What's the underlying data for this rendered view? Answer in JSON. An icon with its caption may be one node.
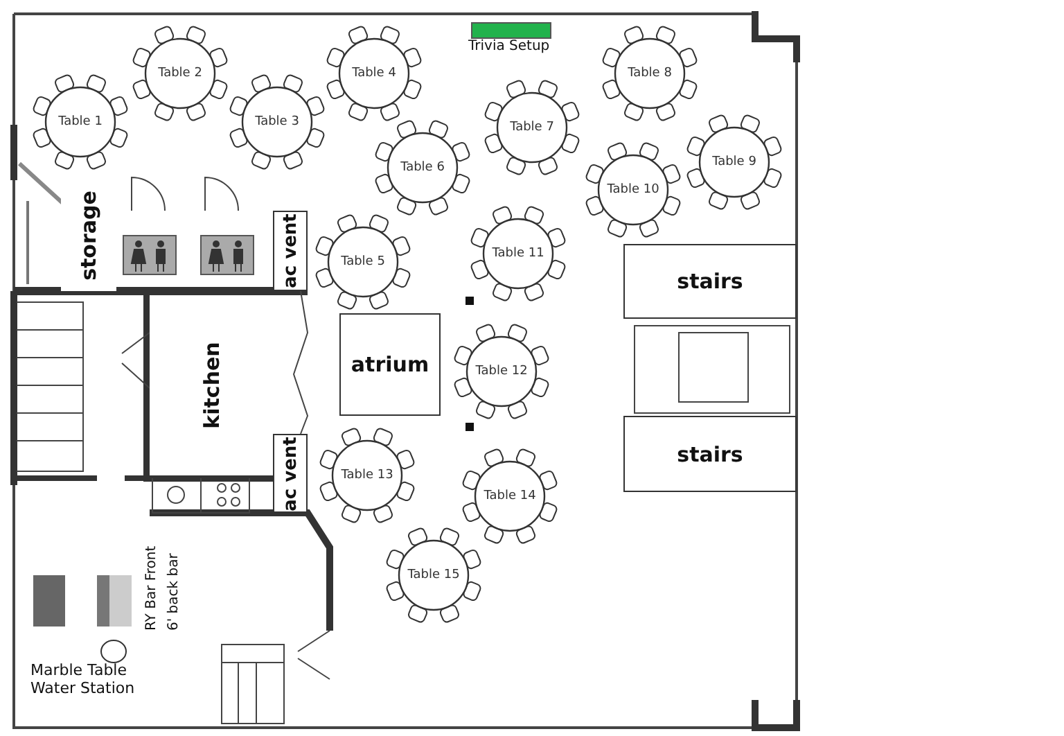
{
  "diagram": {
    "nodes": [
      {
        "text": [
          "Trivia Setup"
        ]
      },
      {
        "text": [
          "Table 1"
        ]
      },
      {
        "text": [
          "Table 2"
        ]
      },
      {
        "text": [
          "Table 3"
        ]
      },
      {
        "text": [
          "Table 4"
        ]
      },
      {
        "text": [
          "Table 5"
        ]
      },
      {
        "text": [
          "Table 6"
        ]
      },
      {
        "text": [
          "Table 7"
        ]
      },
      {
        "text": [
          "Table 8"
        ]
      },
      {
        "text": [
          "Table 9"
        ]
      },
      {
        "text": [
          "Table 10"
        ]
      },
      {
        "text": [
          "Table 11"
        ]
      },
      {
        "text": [
          "Table 12"
        ]
      },
      {
        "text": [
          "Table 13"
        ]
      },
      {
        "text": [
          "Table 14"
        ]
      },
      {
        "text": [
          "Table 15"
        ]
      },
      {
        "text": [
          "storage"
        ]
      },
      {
        "text": [
          "ac vent"
        ]
      },
      {
        "text": [
          "kitchen"
        ]
      },
      {
        "text": [
          "atrium"
        ]
      },
      {
        "text": [
          "stairs"
        ]
      },
      {
        "text": [
          "stairs"
        ]
      },
      {
        "text": [
          "ac vent"
        ]
      }
    ],
    "edges": [],
    "labels": [
      "RY Bar Front",
      "6' back bar",
      "Marble Table",
      "Water Station"
    ]
  }
}
